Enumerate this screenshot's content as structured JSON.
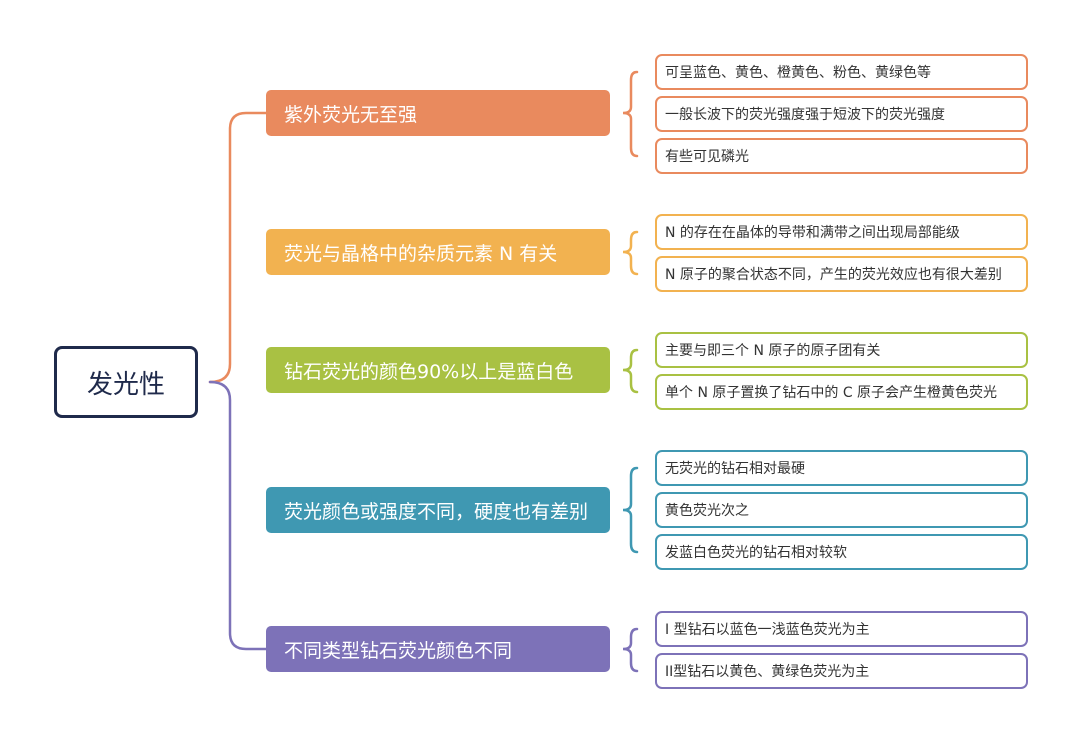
{
  "root": {
    "label": "发光性",
    "color": "#1f2a4b"
  },
  "branches": [
    {
      "label": "紫外荧光无至强",
      "color": "#e98a5e",
      "items": [
        "可呈蓝色、黄色、橙黄色、粉色、黄绿色等",
        "一般长波下的荧光强度强于短波下的荧光强度",
        "有些可见磷光"
      ]
    },
    {
      "label": "荧光与晶格中的杂质元素 N 有关",
      "color": "#f2b250",
      "items": [
        "N 的存在在晶体的导带和满带之间出现局部能级",
        "N 原子的聚合状态不同，产生的荧光效应也有很大差别"
      ]
    },
    {
      "label": "钻石荧光的颜色90%以上是蓝白色",
      "color": "#a9c143",
      "items": [
        "主要与即三个 N 原子的原子团有关",
        "单个 N 原子置换了钻石中的 C 原子会产生橙黄色荧光"
      ]
    },
    {
      "label": "荧光颜色或强度不同，硬度也有差别",
      "color": "#3f98b2",
      "items": [
        "无荧光的钻石相对最硬",
        "黄色荧光次之",
        "发蓝白色荧光的钻石相对较软"
      ]
    },
    {
      "label": "不同类型钻石荧光颜色不同",
      "color": "#7d72b8",
      "items": [
        "I 型钻石以蓝色一浅蓝色荧光为主",
        "II型钻石以黄色、黄绿色荧光为主"
      ]
    }
  ]
}
